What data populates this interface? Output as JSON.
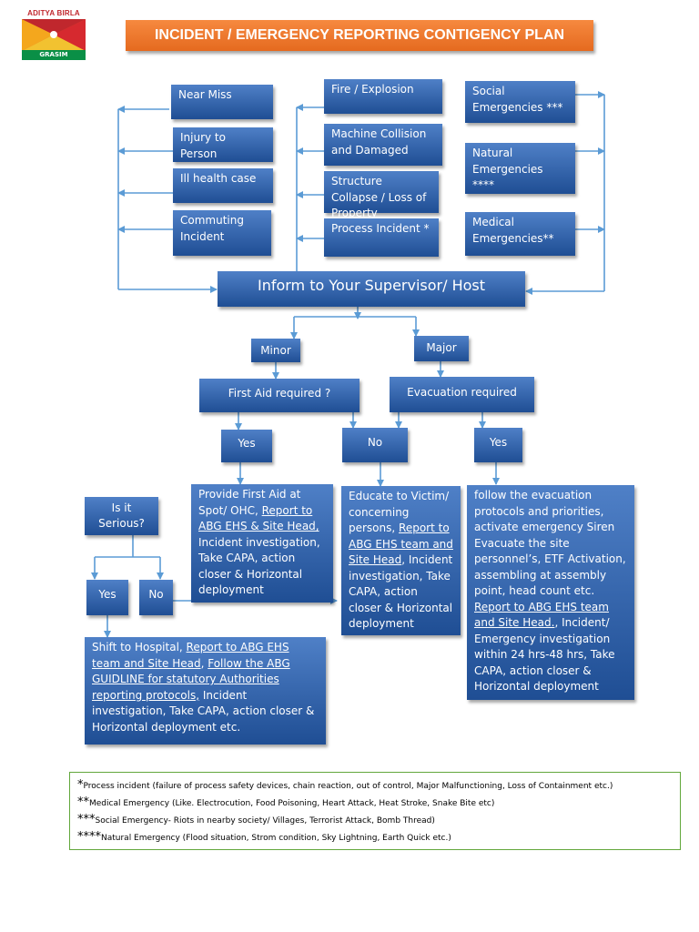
{
  "logo": {
    "brand": "ADITYA BIRLA",
    "sub": "GRASIM"
  },
  "title": "INCIDENT / EMERGENCY REPORTING CONTIGENCY PLAN",
  "left_column": [
    "Near Miss",
    "Injury to Person",
    "Ill health case",
    "Commuting Incident"
  ],
  "middle_column": [
    "Fire / Explosion",
    "Machine Collision and Damaged",
    "Structure Collapse / Loss of  Property",
    "Process Incident *"
  ],
  "right_column": [
    "Social Emergencies ***",
    "Natural Emergencies ****",
    "Medical Emergencies**"
  ],
  "inform": "Inform to Your Supervisor/ Host",
  "minor": "Minor",
  "major": "Major",
  "first_aid_q": "First Aid required ?",
  "evacuation_q": "Evacuation required",
  "yes1": "Yes",
  "no1": "No",
  "yes2": "Yes",
  "is_serious": "Is it Serious?",
  "yes3": "Yes",
  "no3": "No",
  "first_aid_box": {
    "pre": "Provide First Aid at Spot/ OHC, ",
    "link": "Report to ABG EHS & Site Head,",
    "post": " Incident investigation, Take CAPA, action closer & Horizontal deployment"
  },
  "educate_box": {
    "pre": "Educate to Victim/ concerning persons, ",
    "link": "Report to ABG EHS team and Site Head",
    "post": ", Incident investigation, Take CAPA, action closer & Horizontal deployment"
  },
  "evacuation_box": {
    "pre": "follow the evacuation protocols and priorities, activate emergency Siren Evacuate the site personnel’s, ETF Activation, assembling at assembly point, head count etc. ",
    "link": "Report to ABG EHS team and Site Head.",
    "post": ", Incident/ Emergency investigation within 24 hrs-48 hrs, Take CAPA, action closer & Horizontal deployment"
  },
  "hospital_box": {
    "pre": "Shift to Hospital, ",
    "link1": "Report to ABG EHS team and Site Head",
    "mid": ", ",
    "link2": "Follow the ABG GUIDLINE for  statutory Authorities reporting protocols,",
    "post": " Incident investigation, Take CAPA, action closer & Horizontal deployment etc."
  },
  "notes": [
    {
      "stars": "*",
      "text": "Process incident (failure of process safety devices, chain reaction, out of control, Major Malfunctioning, Loss of Containment etc.)"
    },
    {
      "stars": "**",
      "text": "Medical Emergency (Like. Electrocution, Food Poisoning, Heart Attack, Heat Stroke, Snake Bite etc)"
    },
    {
      "stars": "***",
      "text": "Social Emergency- Riots in nearby society/ Villages, Terrorist Attack, Bomb Thread)"
    },
    {
      "stars": "****",
      "text": "Natural Emergency (Flood situation, Strom condition, Sky Lightning, Earth Quick etc.)"
    }
  ],
  "colors": {
    "box_top": "#4f80c7",
    "box_bottom": "#1f4e94",
    "title_bg": "#f07a2e",
    "arrow": "#5b9bd5",
    "note_border": "#62a73b"
  }
}
